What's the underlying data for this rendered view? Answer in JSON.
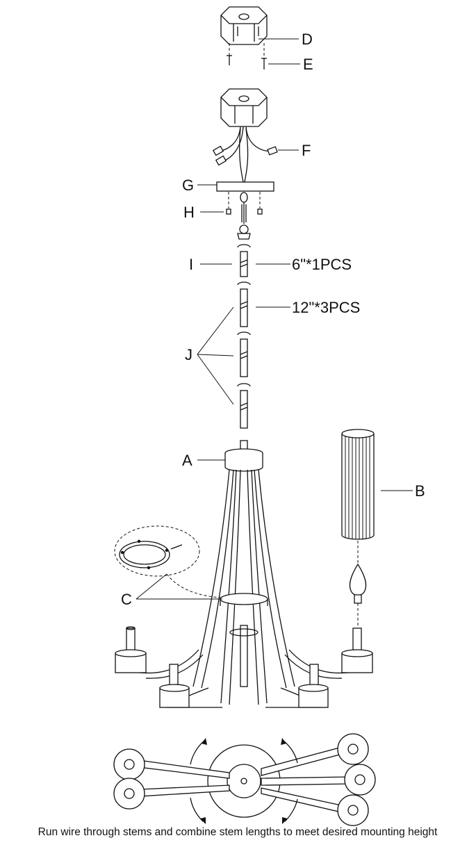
{
  "labels": {
    "A": "A",
    "B": "B",
    "C": "C",
    "D": "D",
    "E": "E",
    "F": "F",
    "G": "G",
    "H": "H",
    "I": "I",
    "J": "J"
  },
  "stems": {
    "short": "6\"*1PCS",
    "long": "12\"*3PCS"
  },
  "caption": "Run wire through stems and combine stem lengths to meet desired mounting height"
}
